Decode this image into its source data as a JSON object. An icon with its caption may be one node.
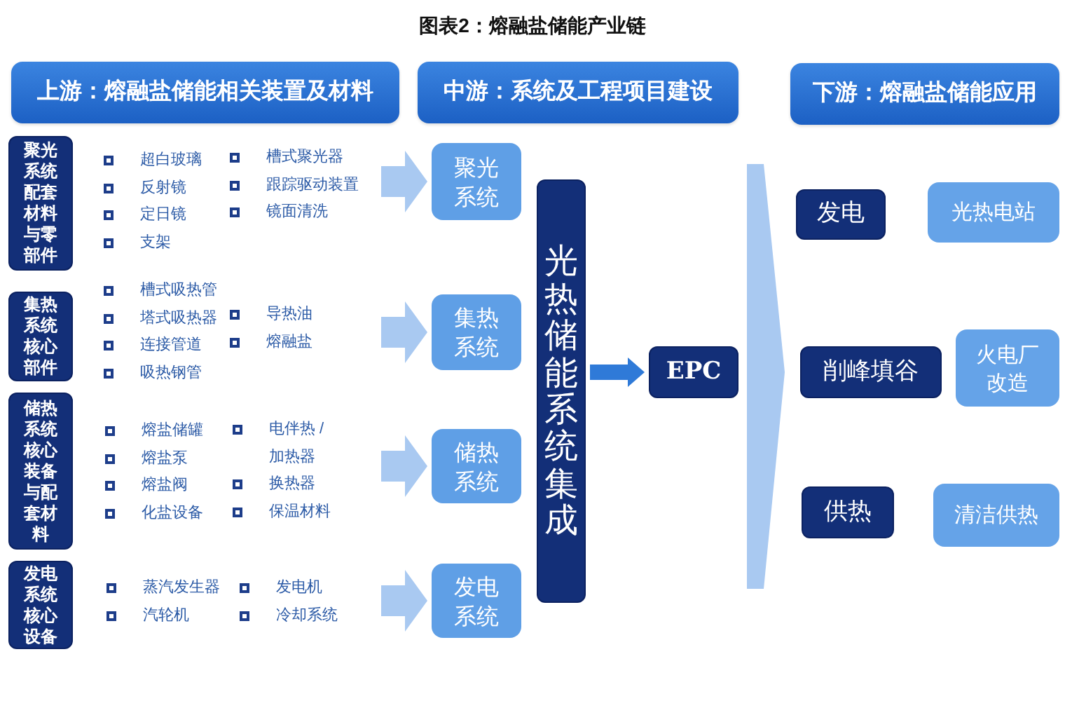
{
  "diagram": {
    "title": "图表2：熔融盐储能产业链",
    "nodes": [
      {
        "text": [
          "上游：熔融盐储能相关装置及材料"
        ]
      },
      {
        "text": [
          "中游：系统及工程项目建设"
        ]
      },
      {
        "text": [
          "下游：熔融盐储能应用"
        ]
      },
      {
        "text": [
          "聚光系统配套材料与零部件"
        ]
      },
      {
        "text": [
          "聚光系统"
        ]
      },
      {
        "text": [
          "集热系统核心部件"
        ]
      },
      {
        "text": [
          "集热系统"
        ]
      },
      {
        "text": [
          "储热系统核心装备与配套材料"
        ]
      },
      {
        "text": [
          "储热系统"
        ]
      },
      {
        "text": [
          "发电系统核心设备"
        ]
      },
      {
        "text": [
          "发电系统"
        ]
      },
      {
        "text": [
          "光热储能系统集成"
        ]
      },
      {
        "text": [
          "EPC"
        ]
      },
      {
        "text": [
          "发电"
        ]
      },
      {
        "text": [
          "光热电站"
        ]
      },
      {
        "text": [
          "削峰填谷"
        ]
      },
      {
        "text": [
          "火电厂改造"
        ]
      },
      {
        "text": [
          "供热"
        ]
      },
      {
        "text": [
          "清洁供热"
        ]
      }
    ],
    "edges": [
      {
        "from": null,
        "to": 4,
        "arrow": "to",
        "style": "thick"
      },
      {
        "from": null,
        "to": 6,
        "arrow": "to",
        "style": "thick"
      },
      {
        "from": null,
        "to": 8,
        "arrow": "to",
        "style": "thick"
      },
      {
        "from": null,
        "to": 10,
        "arrow": "to",
        "style": "thick"
      },
      {
        "from": 11,
        "to": 12,
        "arrow": "to",
        "color": "#2f7ad8"
      },
      {
        "from": 12,
        "to": 15,
        "arrow": "to",
        "style": "thick"
      }
    ],
    "labels": [
      "超白玻璃",
      "反射镜",
      "定日镜",
      "支架",
      "槽式聚光器",
      "跟踪驱动装置",
      "镜面清洗",
      "槽式吸热管",
      "塔式吸热器",
      "连接管道",
      "吸热钢管",
      "导热油",
      "熔融盐",
      "熔盐储罐",
      "熔盐泵",
      "熔盐阀",
      "化盐设备",
      "电伴热 / 加热器",
      "换热器",
      "保温材料",
      "蒸汽发生器",
      "汽轮机",
      "发电机",
      "冷却系统"
    ]
  }
}
